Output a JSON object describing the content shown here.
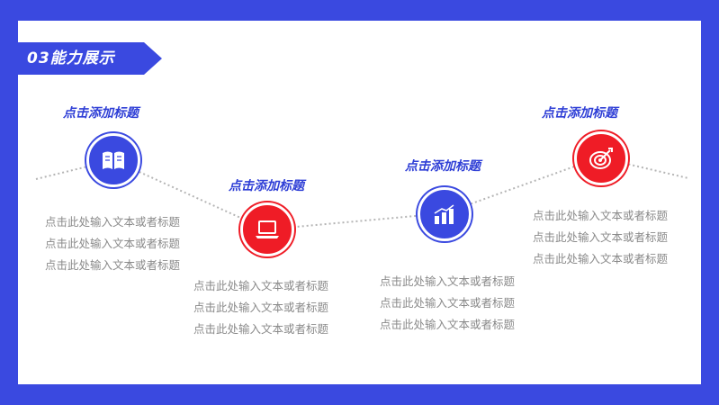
{
  "section": {
    "label": "03能力展示"
  },
  "colors": {
    "brand_blue": "#3a49e0",
    "accent_red": "#ef1c26",
    "text_gray": "#8a8a8a"
  },
  "items": [
    {
      "title": "点击添加标题",
      "icon": "book-icon",
      "color": "blue",
      "body": "点击此处输入文本或者标题 点击此处输入文本或者标题 点击此处输入文本或者标题"
    },
    {
      "title": "点击添加标题",
      "icon": "laptop-icon",
      "color": "red",
      "body": "点击此处输入文本或者标题 点击此处输入文本或者标题 点击此处输入文本或者标题"
    },
    {
      "title": "点击添加标题",
      "icon": "bar-chart-icon",
      "color": "blue",
      "body": "点击此处输入文本或者标题 点击此处输入文本或者标题 点击此处输入文本或者标题"
    },
    {
      "title": "点击添加标题",
      "icon": "target-icon",
      "color": "red",
      "body": "点击此处输入文本或者标题 点击此处输入文本或者标题 点击此处输入文本或者标题"
    }
  ]
}
